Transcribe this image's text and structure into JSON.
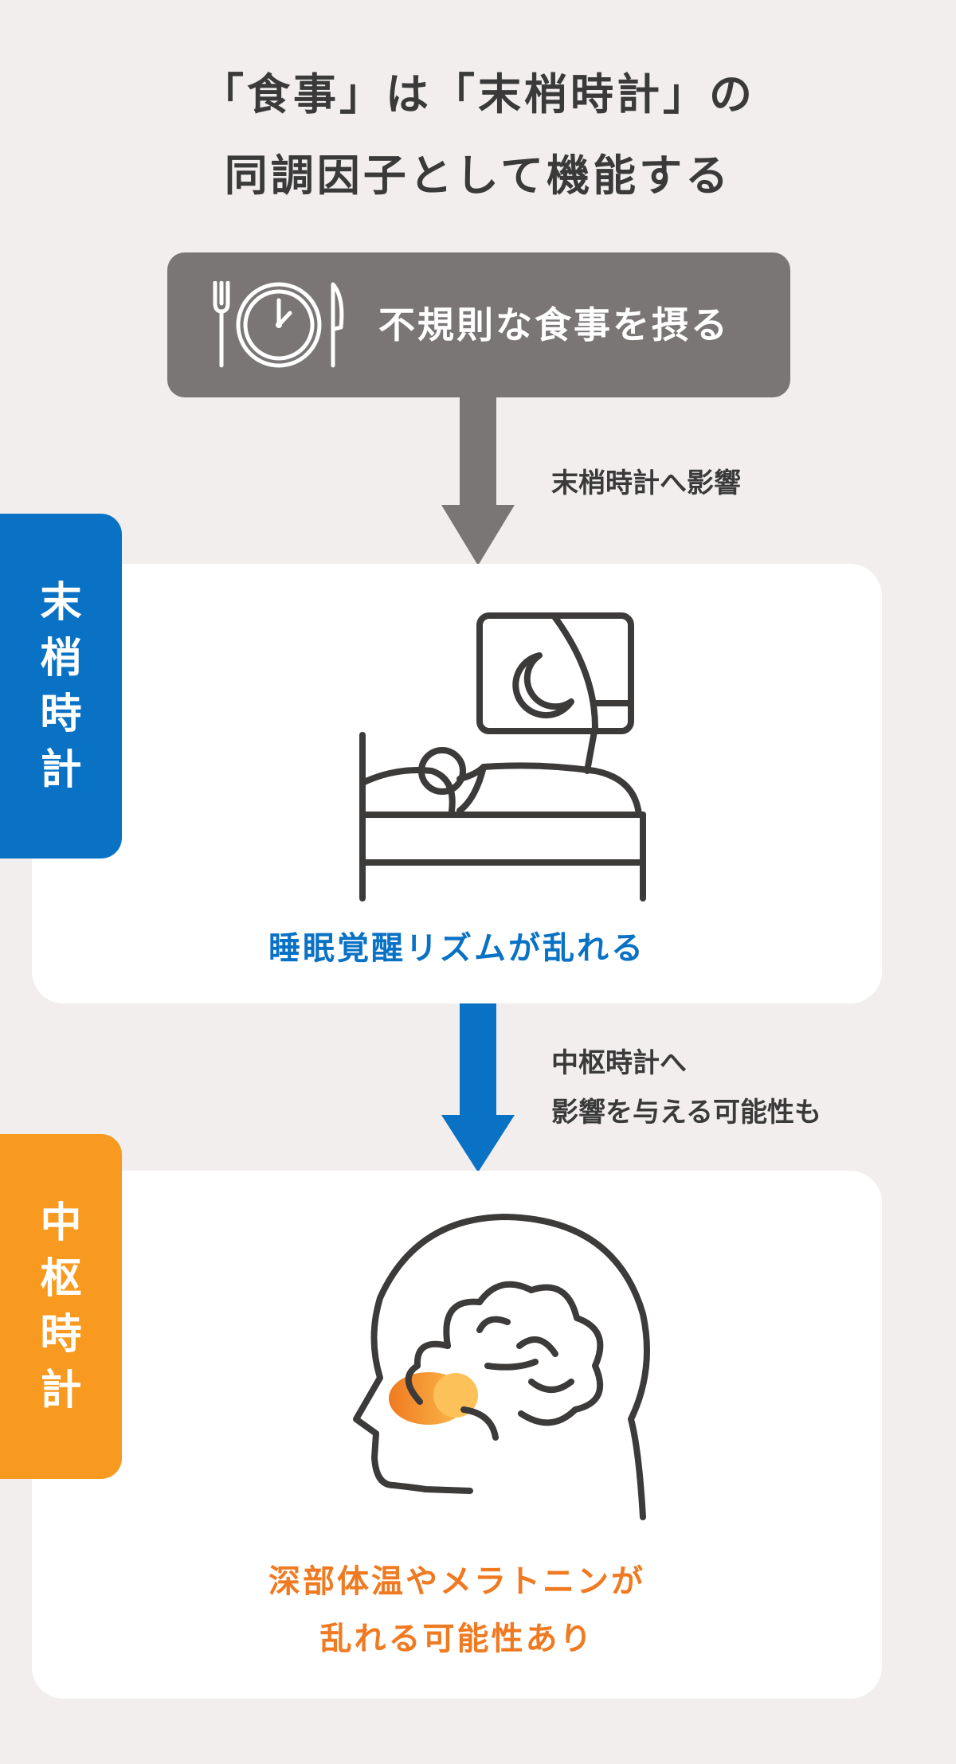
{
  "title": {
    "line1": "「食事」は「末梢時計」の",
    "line2": "同調因子として機能する"
  },
  "top_box": {
    "icon": "fork-clock-knife-icon",
    "label": "不規則な食事を摂る"
  },
  "arrow1": {
    "label": "末梢時計へ影響",
    "color": "#7a7676"
  },
  "peripheral": {
    "tab_chars": [
      "末",
      "梢",
      "時",
      "計"
    ],
    "icon": "bed-sleep-moon-icon",
    "caption": "睡眠覚醒リズムが乱れる",
    "color": "#0a72c5"
  },
  "arrow2": {
    "label_line1": "中枢時計へ",
    "label_line2": "影響を与える可能性も",
    "color": "#0a72c5"
  },
  "central": {
    "tab_chars": [
      "中",
      "枢",
      "時",
      "計"
    ],
    "icon": "head-brain-icon",
    "caption_line1": "深部体温やメラトニンが",
    "caption_line2": "乱れる可能性あり",
    "color": "#f07a21",
    "tab_color": "#f89a1f"
  }
}
